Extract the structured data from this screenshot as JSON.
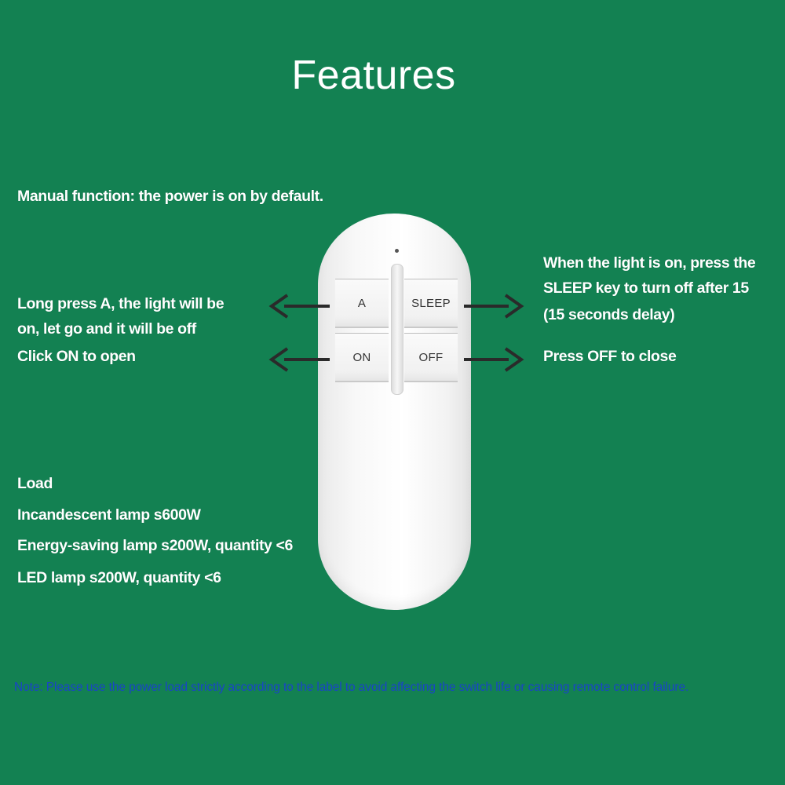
{
  "title": "Features",
  "manual_function": "Manual function: the power is on by default.",
  "left_notes": {
    "long_press_line1": "Long press A, the light will be",
    "long_press_line2": "on, let go and it will be off",
    "click_on": "Click ON to open"
  },
  "right_notes": {
    "sleep_line1": "When the light is on, press the",
    "sleep_line2": "SLEEP key to turn off after 15",
    "sleep_line3": "(15 seconds delay)",
    "press_off": "Press OFF to close"
  },
  "remote": {
    "buttons": {
      "a": "A",
      "sleep": "SLEEP",
      "on": "ON",
      "off": "OFF"
    }
  },
  "load": {
    "heading": "Load",
    "incandescent": "Incandescent lamp s600W",
    "energy_saving": "Energy-saving lamp s200W, quantity <6",
    "led": "LED lamp s200W, quantity <6"
  },
  "note": "Note: Please use the power load strictly according to the label to avoid affecting the switch life or causing remote control failure.",
  "colors": {
    "background": "#138152",
    "text": "#ffffff",
    "note": "#1a44c7",
    "arrow": "#2a2a2a",
    "remote_body": "#f5f5f5"
  }
}
